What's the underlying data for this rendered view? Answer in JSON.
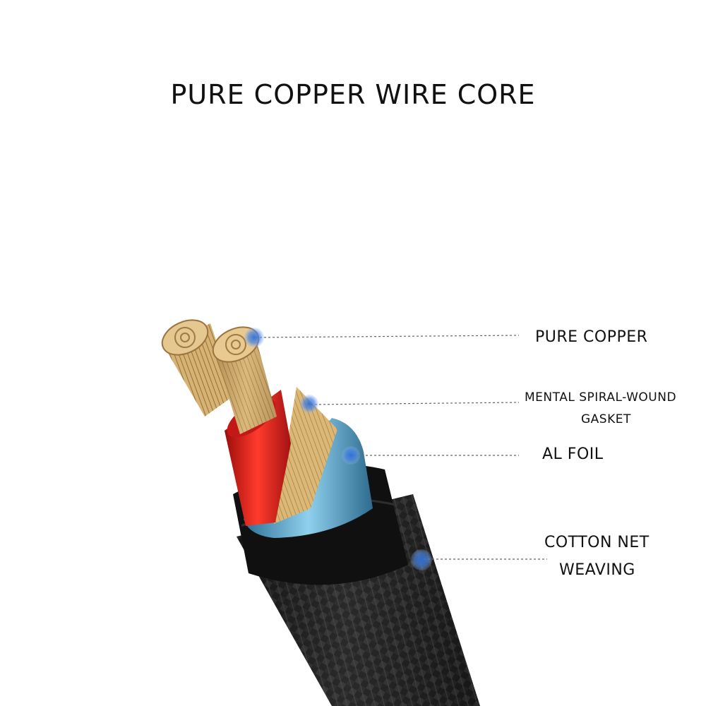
{
  "title": "PURE COPPER WIRE CORE",
  "callouts": {
    "copper": "PURE COPPER",
    "gasket_line1": "MENTAL SPIRAL-WOUND",
    "gasket_line2": "GASKET",
    "foil": "AL FOIL",
    "cotton_line1": "COTTON NET",
    "cotton_line2": "WEAVING"
  },
  "colors": {
    "copper": "#c9a063",
    "red_insulation": "#d81e1e",
    "foil": "#5aa4c8",
    "jacket": "#1a1a1a",
    "marker": "#2f6fd6"
  }
}
